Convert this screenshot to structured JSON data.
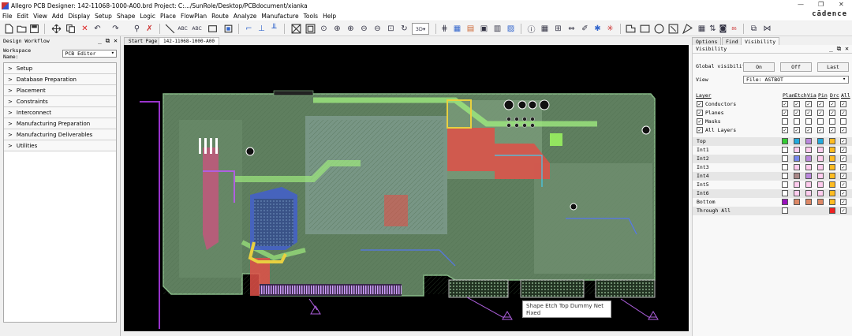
{
  "window": {
    "title": "Allegro PCB Designer: 142-11068-1000-A00.brd  Project: C:.../SunRole/Desktop/PCBdocument/xianka",
    "minimize": "—",
    "restore": "❐",
    "close": "✕",
    "logo": "cādence"
  },
  "menu": [
    "File",
    "Edit",
    "View",
    "Add",
    "Display",
    "Setup",
    "Shape",
    "Logic",
    "Place",
    "FlowPlan",
    "Route",
    "Analyze",
    "Manufacture",
    "Tools",
    "Help"
  ],
  "left_panel": {
    "title": "Design Workflow",
    "controls": "_ ⧉ ✕",
    "workspace_label": "Workspace Name:",
    "workspace_value": "PCB Editor",
    "items": [
      "Setup",
      "Database Preparation",
      "Placement",
      "Constraints",
      "Interconnect",
      "Manufacturing Preparation",
      "Manufacturing Deliverables",
      "Utilities"
    ]
  },
  "tabs": [
    "Start Page",
    "142-11068-1000-A00"
  ],
  "tooltip": {
    "line1": "Shape  Etch  Top  Dummy Net",
    "line2": "Fixed"
  },
  "right_panel": {
    "tabs": [
      "Options",
      "Find",
      "Visibility"
    ],
    "header": "Visibility",
    "controls": "_ ⧉ ✕",
    "global_label": "Global visibility",
    "btn_on": "On",
    "btn_off": "Off",
    "btn_last": "Last",
    "view_label": "View",
    "view_value": "File: ASTBOT",
    "columns": [
      "Layer",
      "Plan",
      "Etch",
      "Via",
      "Pin",
      "Drc",
      "All"
    ],
    "groups": [
      {
        "name": "Conductors",
        "checks": [
          true,
          true,
          true,
          true,
          true,
          true
        ]
      },
      {
        "name": "Planes",
        "checks": [
          true,
          true,
          true,
          true,
          true,
          true
        ]
      },
      {
        "name": "Masks",
        "checks": [
          false,
          false,
          false,
          false,
          false,
          false
        ]
      },
      {
        "name": "All Layers",
        "checks": [
          true,
          true,
          true,
          true,
          true,
          true
        ]
      }
    ],
    "layers": [
      {
        "name": "Top",
        "colors": [
          "#33cc33",
          "#22aadd",
          "#bb88dd",
          "#22aadd",
          "#ffbb22"
        ]
      },
      {
        "name": "Int1",
        "colors": [
          "#ffffff",
          "#ffccee",
          "#ffccee",
          "#ffccee",
          "#ffbb22"
        ]
      },
      {
        "name": "Int2",
        "colors": [
          "#ffffff",
          "#7788ee",
          "#bb88dd",
          "#ffccee",
          "#ffbb22"
        ]
      },
      {
        "name": "Int3",
        "colors": [
          "#ffffff",
          "#ffccee",
          "#ffccee",
          "#ffccee",
          "#ffbb22"
        ]
      },
      {
        "name": "Int4",
        "colors": [
          "#ffffff",
          "#aa8888",
          "#bb88dd",
          "#ffccee",
          "#ffbb22"
        ]
      },
      {
        "name": "Int5",
        "colors": [
          "#ffffff",
          "#ffccee",
          "#ffccee",
          "#ffccee",
          "#ffbb22"
        ]
      },
      {
        "name": "Int6",
        "colors": [
          "#ffffff",
          "#ffccee",
          "#ffccee",
          "#ffccee",
          "#ffbb22"
        ]
      },
      {
        "name": "Bottom",
        "colors": [
          "#9911bb",
          "#dd8866",
          "#dd8866",
          "#dd8866",
          "#ffbb22"
        ]
      },
      {
        "name": "Through All",
        "colors": [
          "#ffffff",
          null,
          null,
          null,
          "#ee2222"
        ]
      }
    ]
  }
}
